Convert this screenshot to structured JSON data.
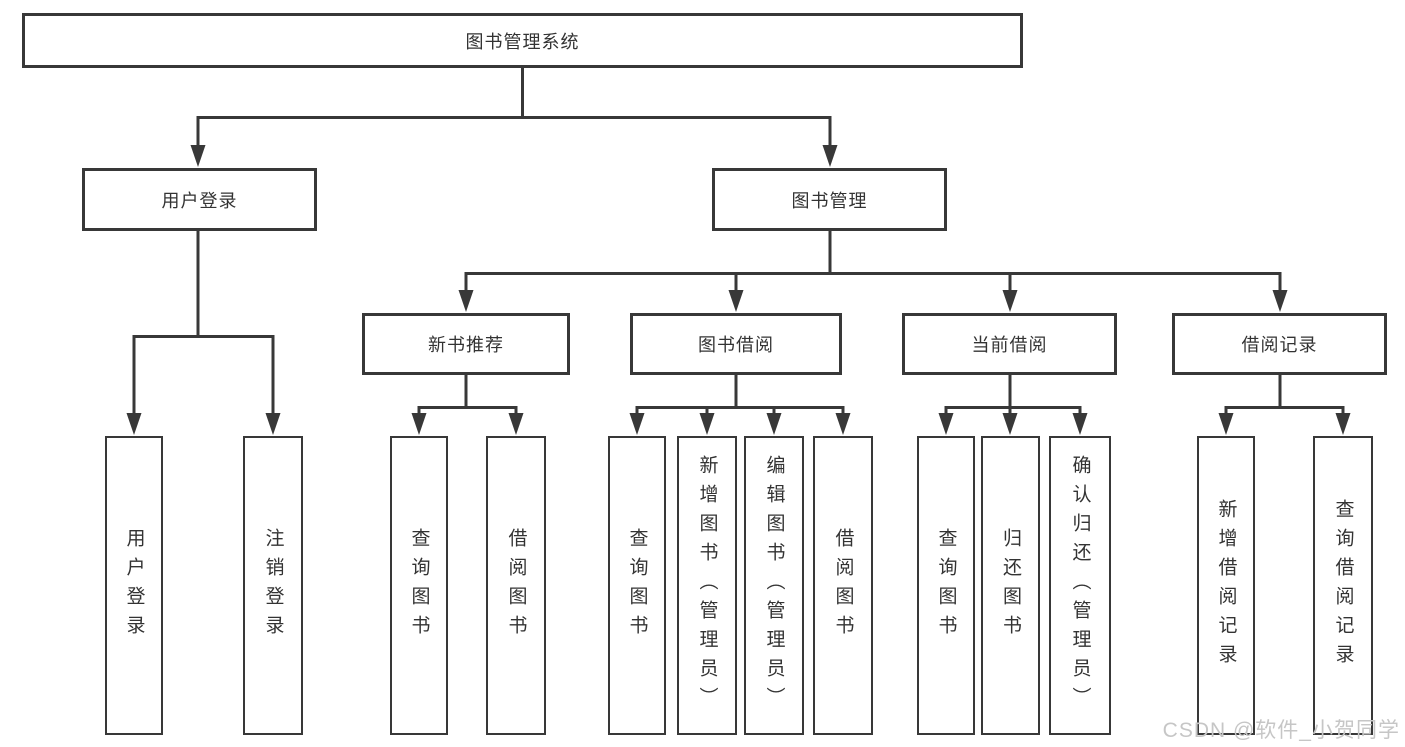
{
  "tree": {
    "root": {
      "label": "图书管理系统",
      "children": [
        {
          "label": "用户登录",
          "children": [
            {
              "label": "用户登录"
            },
            {
              "label": "注销登录"
            }
          ]
        },
        {
          "label": "图书管理",
          "children": [
            {
              "label": "新书推荐",
              "children": [
                {
                  "label": "查询图书"
                },
                {
                  "label": "借阅图书"
                }
              ]
            },
            {
              "label": "图书借阅",
              "children": [
                {
                  "label": "查询图书"
                },
                {
                  "label": "新增图书（管理员）"
                },
                {
                  "label": "编辑图书（管理员）"
                },
                {
                  "label": "借阅图书"
                }
              ]
            },
            {
              "label": "当前借阅",
              "children": [
                {
                  "label": "查询图书"
                },
                {
                  "label": "归还图书"
                },
                {
                  "label": "确认归还（管理员）"
                }
              ]
            },
            {
              "label": "借阅记录",
              "children": [
                {
                  "label": "新增借阅记录"
                },
                {
                  "label": "查询借阅记录"
                }
              ]
            }
          ]
        }
      ]
    }
  },
  "watermark": {
    "text": "CSDN @软件_小贺同学"
  },
  "colors": {
    "line": "#383838",
    "text": "#333333",
    "watermark": "#c6c6c6",
    "background": "#ffffff"
  }
}
